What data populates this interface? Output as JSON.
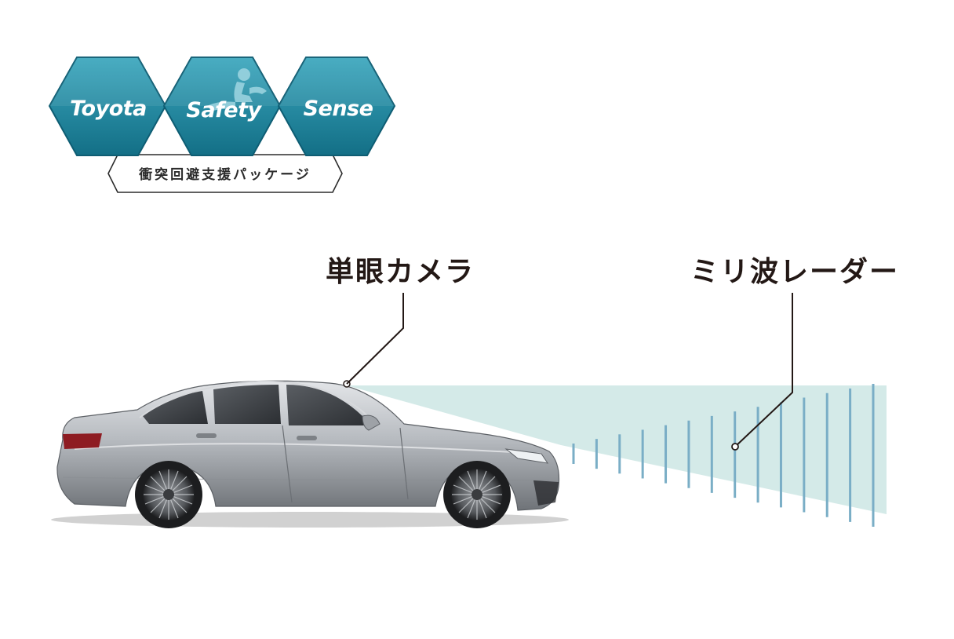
{
  "logo": {
    "words": [
      "Toyota",
      "Safety",
      "Sense"
    ],
    "subtitle": "衝突回避支援パッケージ",
    "colors": {
      "hex_fill": "#1f8fa8",
      "hex_fill_dark": "#136f86",
      "hex_edge": "#0e5d73"
    }
  },
  "labels": {
    "camera": "単眼カメラ",
    "radar": "ミリ波レーダー"
  },
  "colors": {
    "beam": "#cfe8e6",
    "radar_bars": "#7aaec6",
    "leader_line": "#231815",
    "car_body": "#b9bcc0"
  },
  "icons": {
    "seated_person": "seated-person-icon",
    "car": "sedan-car-illustration"
  }
}
